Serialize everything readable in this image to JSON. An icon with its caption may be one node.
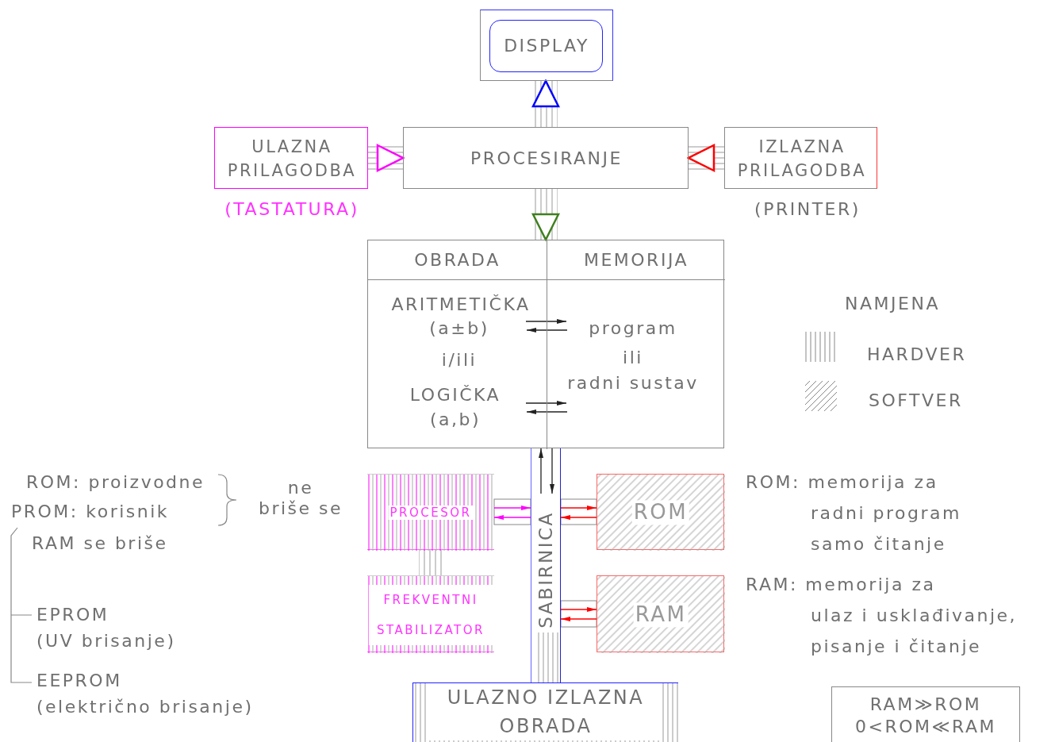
{
  "diagram": {
    "nodes": [
      {
        "text": [
          "DISPLAY"
        ]
      },
      {
        "text": [
          "ULAZNA PRILAGODBA"
        ],
        "beside": [
          "(TASTATURA)"
        ]
      },
      {
        "text": [
          "PROCESIRANJE"
        ]
      },
      {
        "text": [
          "IZLAZNA PRILAGODBA"
        ],
        "beside": [
          "(PRINTER)"
        ]
      },
      {
        "text": [],
        "shape": "box"
      },
      {
        "text": [
          "OBRADA",
          "ARITMETIČKA",
          "(a±b)",
          "i/ili",
          "LOGIČKA",
          "(a,b)"
        ],
        "in": 4
      },
      {
        "text": [
          "MEMORIJA",
          "program",
          "ili",
          "radni sustav"
        ],
        "in": 4
      },
      {
        "text": [
          "SABIRNICA"
        ]
      },
      {
        "text": [
          "PROCESOR"
        ]
      },
      {
        "text": [
          "FREKVENTNI STABILIZATOR"
        ]
      },
      {
        "text": [
          "ROM"
        ]
      },
      {
        "text": [
          "RAM"
        ]
      },
      {
        "text": [
          "ULAZNO IZLAZNA OBRADA"
        ]
      },
      {
        "text": [
          "RAM≫ROM",
          "0<ROM≪RAM"
        ]
      }
    ],
    "edges": [
      {
        "from": 2,
        "to": 0,
        "arrow": "to",
        "style": "thick",
        "color": "#0000ff"
      },
      {
        "from": 1,
        "to": 2,
        "arrow": "to",
        "style": "thick",
        "color": "#ff00ff"
      },
      {
        "from": 3,
        "to": 2,
        "arrow": "to",
        "style": "thick",
        "color": "#ff0000"
      },
      {
        "from": 2,
        "to": 4,
        "arrow": "to",
        "style": "thick",
        "color": "#3f7f1f"
      },
      {
        "from": 5,
        "to": 6,
        "arrow": "to"
      },
      {
        "from": 6,
        "to": 5,
        "arrow": "to"
      },
      {
        "from": 5,
        "to": 6,
        "arrow": "to"
      },
      {
        "from": 6,
        "to": 5,
        "arrow": "to"
      },
      {
        "from": 7,
        "to": 4,
        "arrow": "to"
      },
      {
        "from": 4,
        "to": 7,
        "arrow": "to"
      },
      {
        "from": 8,
        "to": 7,
        "arrow": "to",
        "color": "#ff00ff"
      },
      {
        "from": 7,
        "to": 8,
        "arrow": "to",
        "color": "#ff00ff"
      },
      {
        "from": 7,
        "to": 10,
        "arrow": "to",
        "color": "#ff0000"
      },
      {
        "from": 10,
        "to": 7,
        "arrow": "to",
        "color": "#ff0000"
      },
      {
        "from": 7,
        "to": 11,
        "arrow": "to",
        "color": "#ff0000"
      },
      {
        "from": 11,
        "to": 7,
        "arrow": "to",
        "color": "#ff0000"
      },
      {
        "from": 8,
        "to": 9,
        "arrow": "none",
        "style": "thick"
      }
    ],
    "labels": [
      "NAMJENA",
      "ROM: proizvodne",
      "ne",
      "briše se",
      "PROM: korisnik",
      "RAM se briše",
      "EPROM",
      "(UV brisanje)",
      "EEPROM",
      "(električno brisanje)",
      "ROM: memorija za",
      "radni program",
      "samo čitanje",
      "RAM: memorija za",
      "ulaz i usklađivanje,",
      "pisanje i čitanje"
    ],
    "legend": [
      {
        "text": "HARDVER"
      },
      {
        "text": "SOFTVER"
      }
    ]
  }
}
